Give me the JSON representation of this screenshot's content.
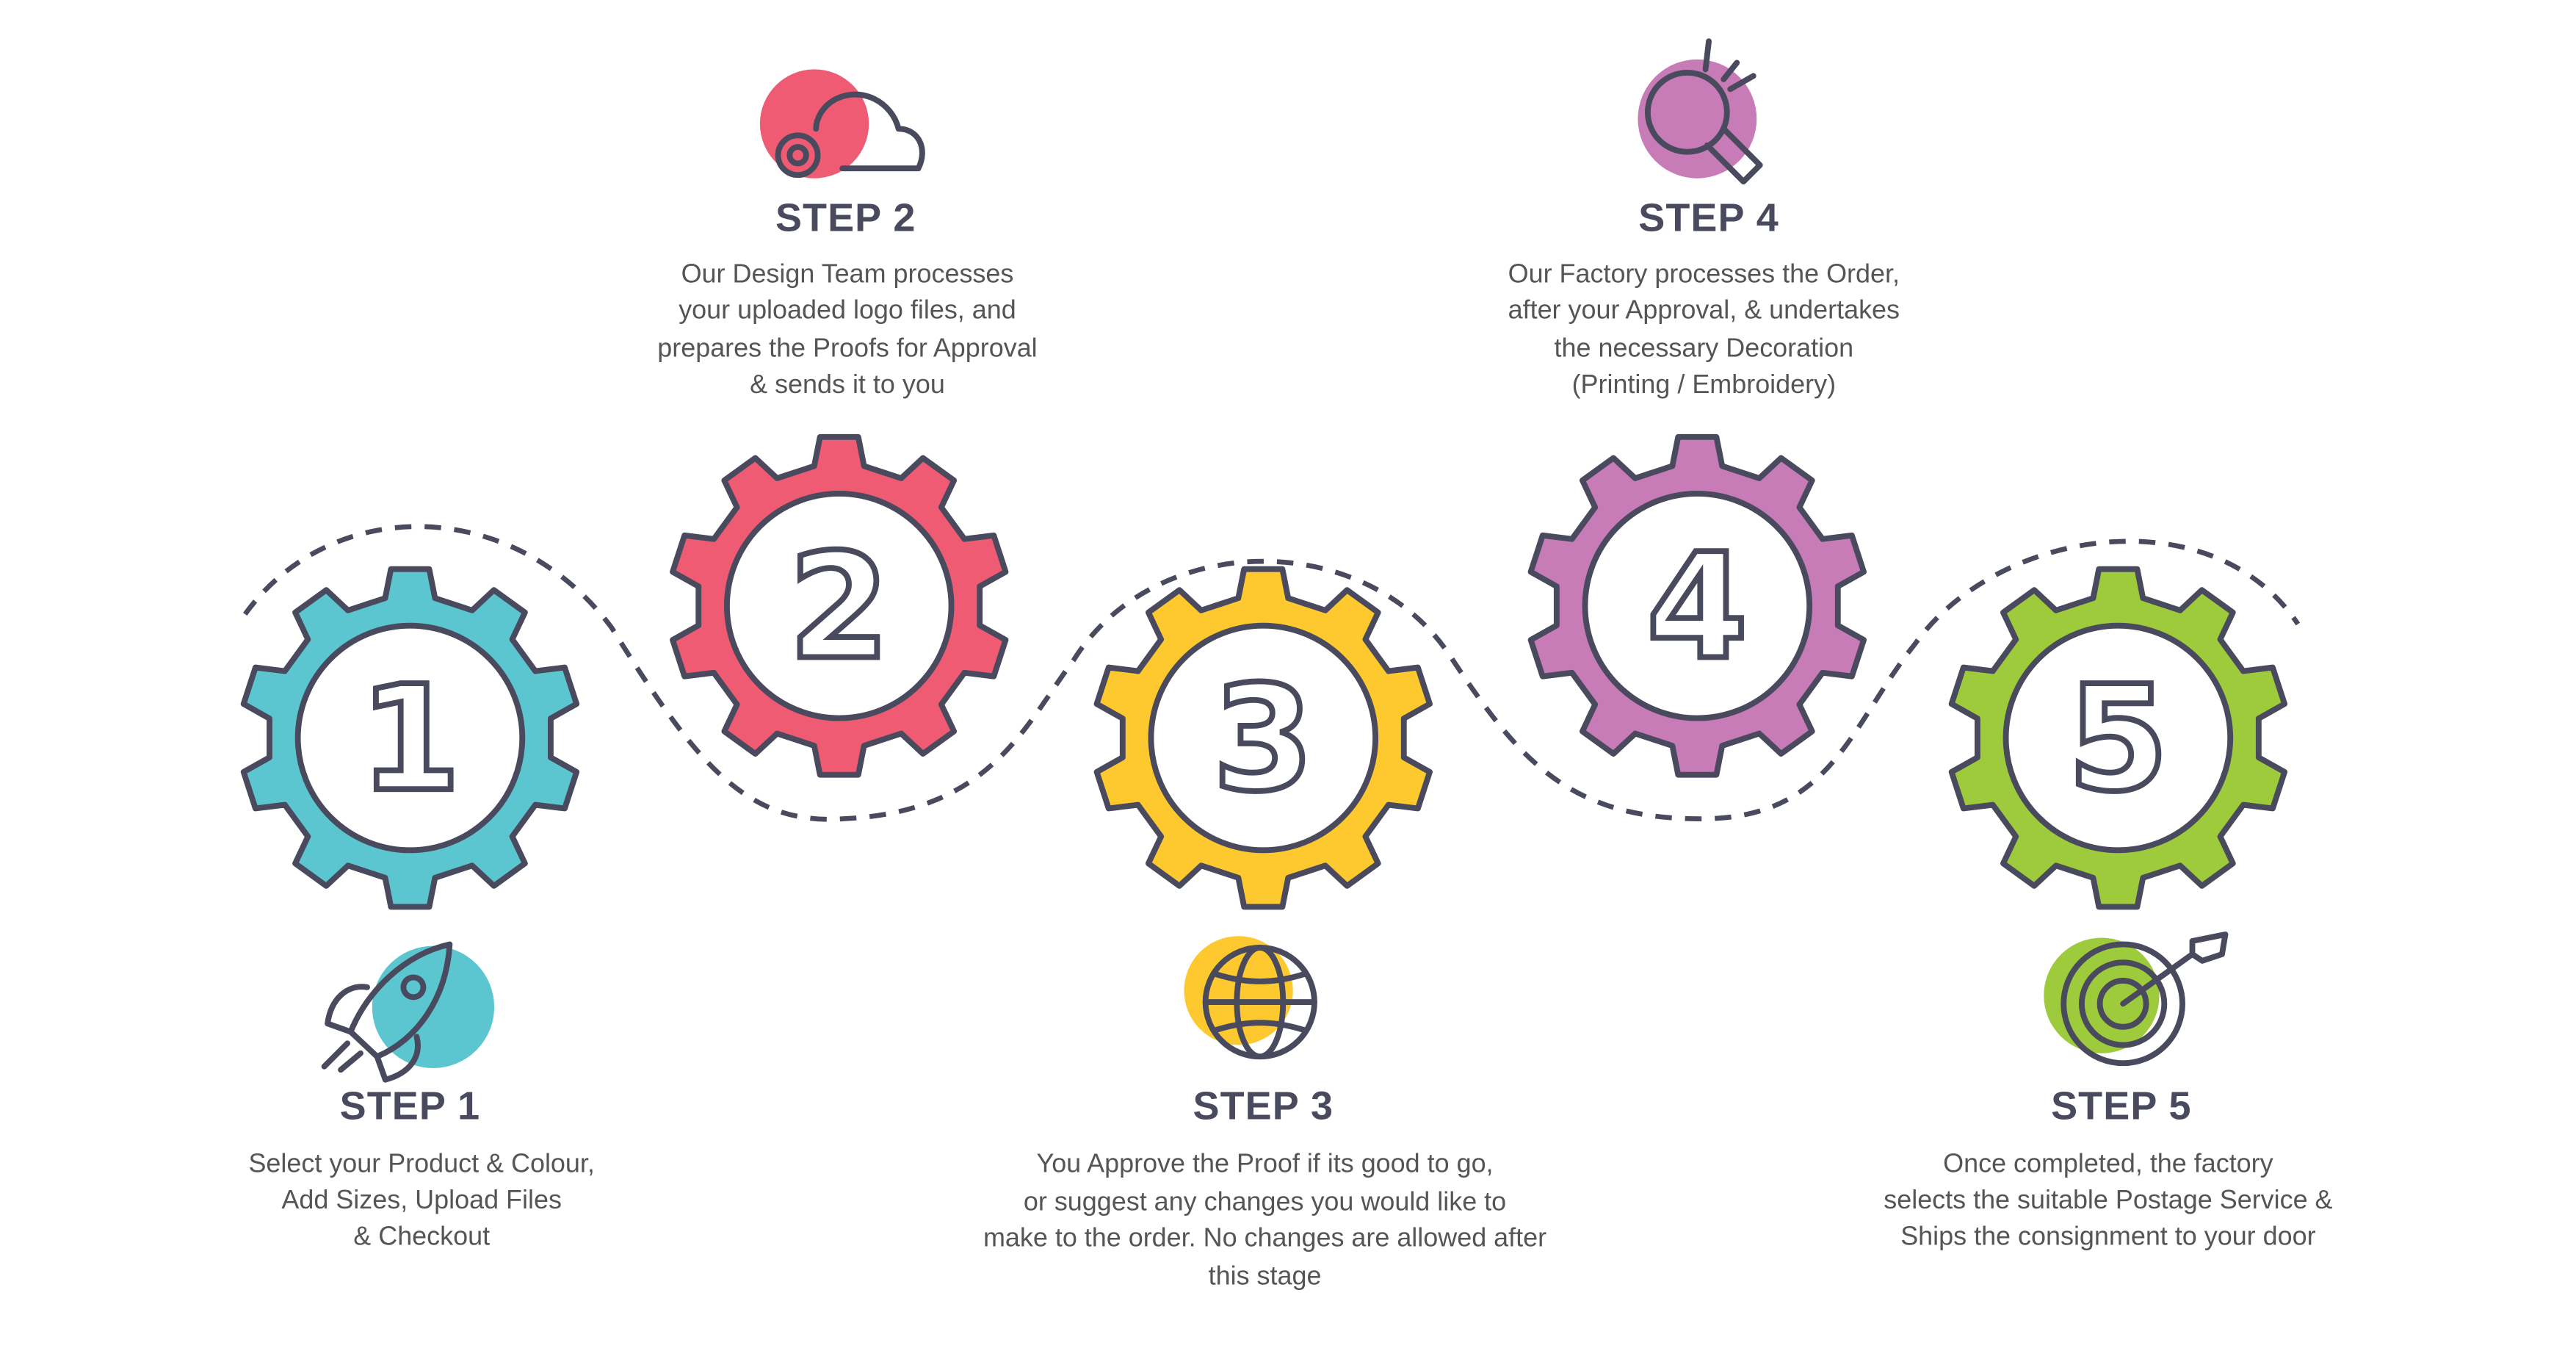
{
  "colors": {
    "teal": "#5bc5d0",
    "red": "#ef5b72",
    "yellow": "#fdc92f",
    "purple": "#c77bb7",
    "green": "#9dcb3b",
    "ink": "#4a4a5e"
  },
  "steps": [
    {
      "number": "1",
      "title": "STEP 1",
      "icon": "rocket-icon",
      "color": "#5bc5d0",
      "lines": [
        "Select your Product & Colour,",
        "Add Sizes, Upload Files",
        "& Checkout"
      ]
    },
    {
      "number": "2",
      "title": "STEP 2",
      "icon": "cloud-gear-icon",
      "color": "#ef5b72",
      "lines": [
        "Our Design Team processes",
        "your uploaded logo files, and",
        "prepares the Proofs for Approval",
        "& sends it to you"
      ]
    },
    {
      "number": "3",
      "title": "STEP 3",
      "icon": "globe-icon",
      "color": "#fdc92f",
      "lines": [
        "You Approve the Proof if its good to go,",
        "or suggest any changes you would like to",
        "make to the order. No changes are allowed after",
        "this stage"
      ]
    },
    {
      "number": "4",
      "title": "STEP 4",
      "icon": "lightbulb-icon",
      "color": "#c77bb7",
      "lines": [
        "Our Factory processes the Order,",
        "after your Approval, & undertakes",
        "the necessary Decoration",
        "(Printing / Embroidery)"
      ]
    },
    {
      "number": "5",
      "title": "STEP 5",
      "icon": "target-icon",
      "color": "#9dcb3b",
      "lines": [
        "Once completed, the factory",
        "selects the suitable Postage Service &",
        "Ships the consignment to your door"
      ]
    }
  ]
}
